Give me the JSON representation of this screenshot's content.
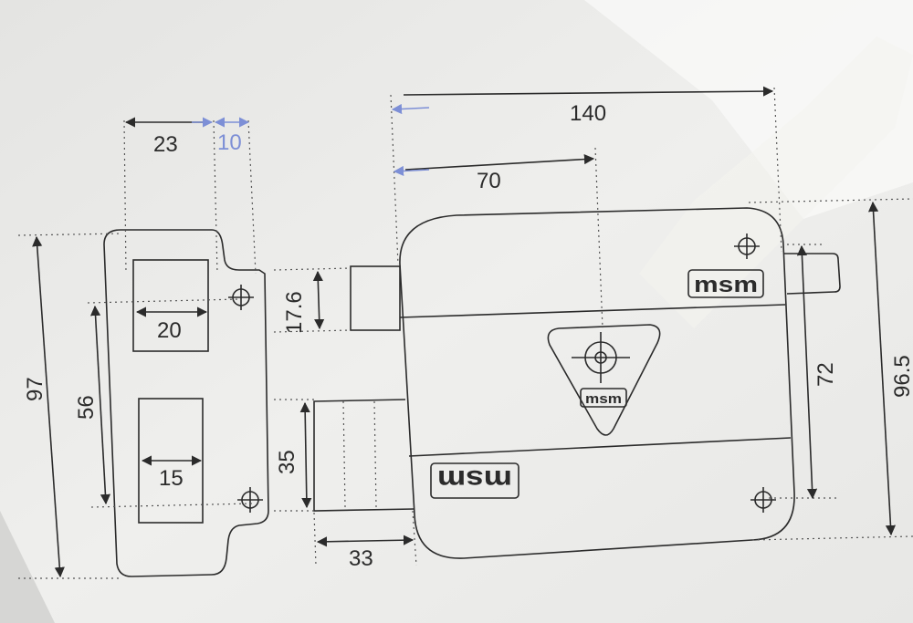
{
  "colors": {
    "paper": "#efefed",
    "line": "#2b2b2b",
    "accent_blue": "#7d8fd6",
    "glare": "#ffffff"
  },
  "dimensions": {
    "strike_width": "23",
    "strike_lip": "10",
    "strike_height": "97",
    "strike_hole_spacing": "56",
    "strike_upper_opening": "20",
    "strike_lower_opening": "15",
    "lock_width": "140",
    "lock_backset": "70",
    "latch_height": "17.6",
    "deadbolt_height": "35",
    "deadbolt_throw": "33",
    "lock_hole_spacing": "72",
    "lock_height": "96.5"
  },
  "brand": {
    "top": "msm",
    "badge": "msm",
    "bottom": "msm"
  }
}
